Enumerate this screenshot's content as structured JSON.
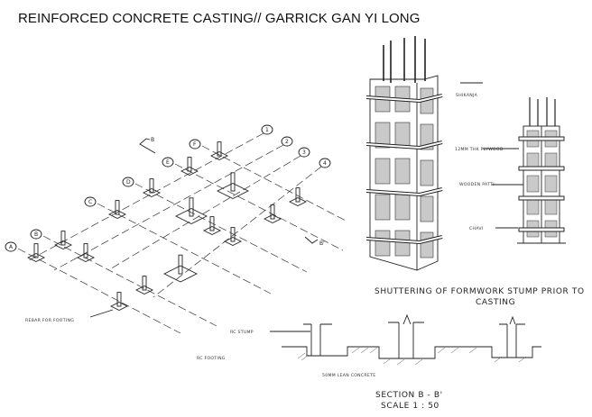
{
  "title": "REINFORCED CONCRETE CASTING// GARRICK GAN YI LONG",
  "isometric": {
    "grid_letters": [
      "A",
      "B",
      "C",
      "D",
      "E",
      "F"
    ],
    "grid_numbers": [
      "1",
      "2",
      "3",
      "4"
    ],
    "section_marks": [
      "B",
      "B'"
    ],
    "label_rebar": "REBAR FOR FOOTING"
  },
  "formwork": {
    "labels": [
      "SHIKANJA",
      "12MM THK PLYWOOD",
      "WOODEN PATTI",
      "CHAVI"
    ],
    "caption_line1": "SHUTTERING OF FORMWORK STUMP PRIOR TO",
    "caption_line2": "CASTING"
  },
  "section": {
    "label_stump": "RC STUMP",
    "label_footing": "RC FOOTING",
    "label_lean": "50MM LEAN CONCRETE",
    "title": "SECTION B - B'",
    "scale": "SCALE 1 : 50"
  }
}
